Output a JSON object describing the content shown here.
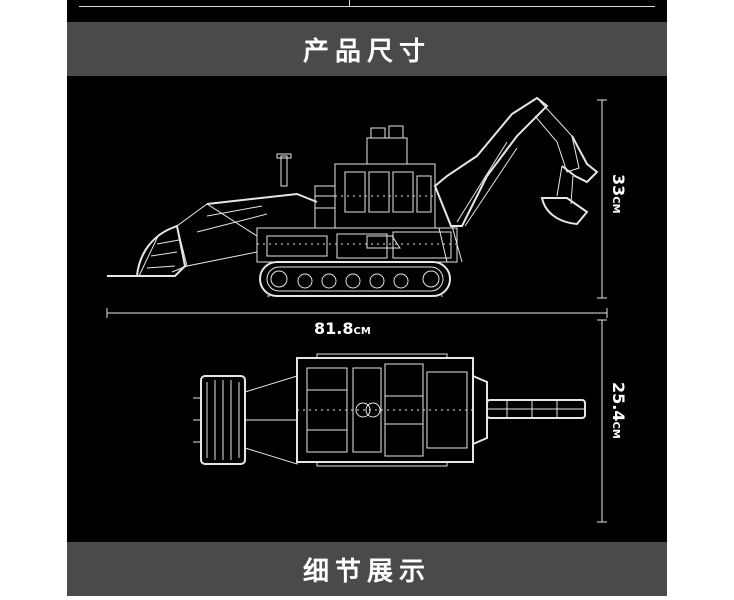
{
  "headers": {
    "product_size": "产品尺寸",
    "detail_display": "细节展示"
  },
  "dimensions": {
    "height": "33",
    "height_unit": "CM",
    "length": "81.8",
    "length_unit": "CM",
    "width": "25.4",
    "width_unit": "CM"
  },
  "colors": {
    "background": "#000000",
    "header_bar": "#4a4a4a",
    "line_art": "#e6e6e6",
    "page": "#ffffff"
  },
  "illustrations": {
    "side_view": "backhoe-loader-side-view",
    "top_view": "backhoe-loader-top-view"
  }
}
